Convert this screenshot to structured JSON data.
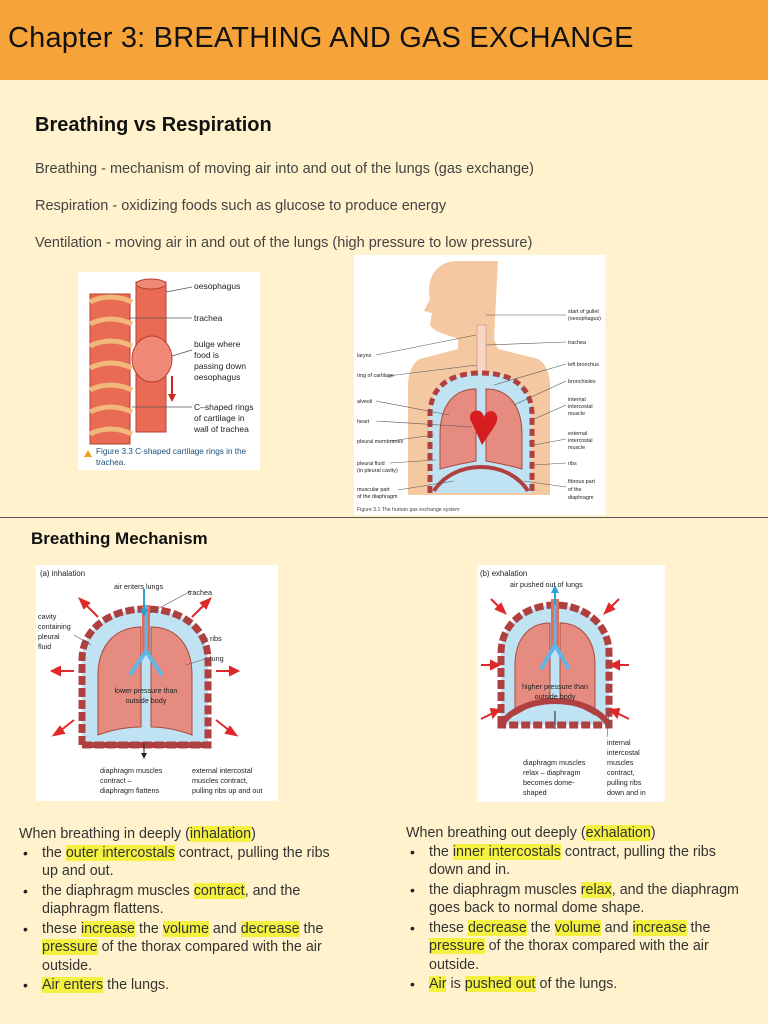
{
  "header": {
    "title": "Chapter 3: BREATHING AND GAS EXCHANGE"
  },
  "section1": {
    "title": "Breathing vs Respiration",
    "definitions": [
      "Breathing - mechanism of moving air into and out of the lungs (gas exchange)",
      "Respiration - oxidizing foods such as glucose to produce energy",
      "Ventilation - moving air in and out of the lungs (high pressure to low pressure)"
    ],
    "fig_trachea": {
      "labels": [
        "oesophagus",
        "trachea",
        "bulge where",
        "food is",
        "passing down",
        "oesophagus",
        "C–shaped rings",
        "of cartilage in",
        "wall of trachea"
      ],
      "caption_line1": "Figure 3.3 C-shaped cartilage rings in the",
      "caption_line2": "trachea."
    },
    "fig_system": {
      "left_labels": [
        "larynx",
        "ring of cartilage",
        "alveoli",
        "heart",
        "pleural membranes",
        "pleural fluid",
        "(in pleural cavity)",
        "muscular part",
        "of the diaphragm"
      ],
      "right_labels": [
        "start of gullet",
        "(oesophagus)",
        "trachea",
        "left bronchus",
        "bronchioles",
        "internal",
        "intercostal",
        "muscle",
        "external",
        "intercostal",
        "muscle",
        "ribs",
        "fibrous part",
        "of the",
        "diaphragm"
      ],
      "caption": "Figure 3.1 The human gas exchange system"
    }
  },
  "section2": {
    "title": "Breathing Mechanism",
    "fig_inhalation": {
      "title": "(a) inhalation",
      "labels": [
        "air enters lungs",
        "trachea",
        "cavity",
        "containing",
        "pleural",
        "fluid",
        "ribs",
        "lung",
        "lower pressure than",
        "outside body",
        "diaphragm muscles",
        "contract –",
        "diaphragm flattens",
        "external intercostal",
        "muscles contract,",
        "pulling ribs up and out"
      ]
    },
    "fig_exhalation": {
      "title": "(b) exhalation",
      "labels": [
        "air pushed out of lungs",
        "higher pressure than",
        "outside body",
        "internal",
        "intercostal",
        "muscles",
        "contract,",
        "pulling ribs",
        "down and in",
        "diaphragm muscles",
        "relax – diaphragm",
        "becomes dome-",
        "shaped"
      ]
    },
    "inhale_notes": {
      "lead": [
        "When breathing in deeply (",
        "inhalation",
        ")"
      ],
      "items": [
        [
          [
            "the ",
            false
          ],
          [
            "outer intercostals",
            true
          ],
          [
            " contract, pulling the ribs up and out.",
            false
          ]
        ],
        [
          [
            "the diaphragm muscles ",
            false
          ],
          [
            "contract",
            true
          ],
          [
            ", and the diaphragm flattens.",
            false
          ]
        ],
        [
          [
            "these ",
            false
          ],
          [
            "increase",
            true
          ],
          [
            " the ",
            false
          ],
          [
            "volume",
            true
          ],
          [
            " and ",
            false
          ],
          [
            "decrease",
            true
          ],
          [
            " the ",
            false
          ],
          [
            "pressure",
            true
          ],
          [
            " of the thorax compared with the air outside.",
            false
          ]
        ],
        [
          [
            "Air enters",
            true
          ],
          [
            " the lungs.",
            false
          ]
        ]
      ]
    },
    "exhale_notes": {
      "lead": [
        "When breathing out deeply (",
        "exhalation",
        ")"
      ],
      "items": [
        [
          [
            "the ",
            false
          ],
          [
            "inner intercostals",
            true
          ],
          [
            " contract, pulling the ribs down and in.",
            false
          ]
        ],
        [
          [
            "the diaphragm muscles ",
            false
          ],
          [
            "relax",
            true
          ],
          [
            ", and the diaphragm goes back to normal dome shape.",
            false
          ]
        ],
        [
          [
            "these ",
            false
          ],
          [
            "decrease",
            true
          ],
          [
            " the ",
            false
          ],
          [
            "volume",
            true
          ],
          [
            " and ",
            false
          ],
          [
            "increase",
            true
          ],
          [
            " the ",
            false
          ],
          [
            "pressure",
            true
          ],
          [
            " of the thorax compared with the air outside.",
            false
          ]
        ],
        [
          [
            "Air",
            true
          ],
          [
            " is ",
            false
          ],
          [
            "pushed out",
            true
          ],
          [
            " of the lungs.",
            false
          ]
        ]
      ]
    }
  },
  "colors": {
    "header_bg": "#f6a43a",
    "page_bg": "#fff2cc",
    "highlight": "#f4f140",
    "cartilage": "#e96b55",
    "lung": "#e58b7f",
    "cavity": "#bfe3f2",
    "arrow": "#e0282a",
    "air_arrow": "#2a9fd8"
  }
}
